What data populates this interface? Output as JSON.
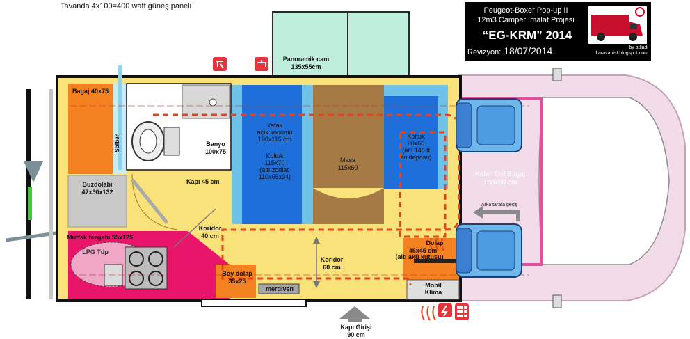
{
  "header": {
    "solar_note": "Tavanda 4x100=400 watt güneş paneli"
  },
  "title_box": {
    "line1": "Peugeot-Boxer Pop-up II",
    "line2": "12m3 Camper İmalat Projesi",
    "name": "“EG-KRM” 2014",
    "revision_label": "Revizyon:",
    "revision_date": "18/07/2014",
    "credit_line1": "by atlladi",
    "credit_line2": "karavanist.blogspot.com"
  },
  "labels": {
    "panoramic_name": "Panoramik cam",
    "panoramic_size": "135x55cm",
    "bagaj": "Bagaj 40x75",
    "sofben": "Şofben",
    "banyo_name": "Banyo",
    "banyo_size": "100x75",
    "yatak": "Yatak\naçık konumu\n190x115 cm",
    "koltuk_left": "Koltuk\n115x70\n(altı zodiac\n110x65x34)",
    "masa_name": "Masa",
    "masa_size": "115x60",
    "koltuk_right": "Koltuk\n90x60\n(altı 140 lt\nsu deposu)",
    "kabin_ust": "Kabin Üst Bagaj\n150x80 cm",
    "arka_gecis": "Arka tarafa geçiş",
    "buzdolabi_name": "Buzdolabı",
    "buzdolabi_size": "47x50x132",
    "kapi": "Kapı 45 cm",
    "koridor1_name": "Koridor",
    "koridor1_size": "40 cm",
    "mutfak": "Mutfak tezgahı 55x125",
    "lpg": "LPG Tüp",
    "koridor2_name": "Koridor",
    "koridor2_size": "60 cm",
    "dolap_name": "Dolap",
    "dolap_size": "45x45 cm",
    "dolap_note": "(altı akü kutusu)",
    "boy_dolap_name": "Boy dolap",
    "boy_dolap_size": "35x25",
    "merdiven": "merdiven",
    "mobil_klima": "Mobil\nKlima",
    "kapi_girisi_name": "Kapı Girişi",
    "kapi_girisi_size": "90 cm"
  },
  "colors": {
    "bed_blue": "#1e6fd9",
    "table_brown": "#a57a45",
    "floor_yellow": "#f9e27a",
    "kitchen_pink": "#e8156a",
    "storage_orange": "#f58220",
    "fridge_grey": "#c9c9c9",
    "cabin_pink": "#f3dcea",
    "window_teal": "#a8e6cf",
    "route_dashed": "#e0451f"
  },
  "icons": [
    "shower-icon",
    "faucet-icon",
    "electric-plug-icon",
    "keypad-icon",
    "heat-vent-icon",
    "arrow-up-icon",
    "arrow-left-icon"
  ]
}
